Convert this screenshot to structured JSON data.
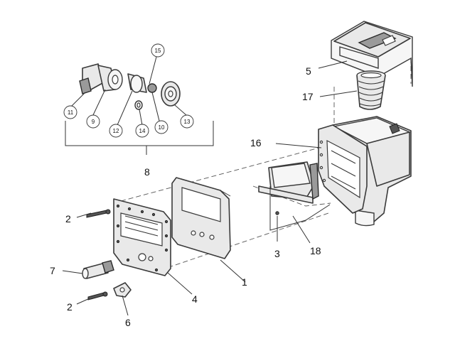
{
  "diagram": {
    "callouts_plain": [
      "1",
      "2",
      "2",
      "3",
      "4",
      "5",
      "6",
      "7",
      "8",
      "16",
      "17",
      "18"
    ],
    "callouts_circled": [
      "9",
      "10",
      "11",
      "12",
      "13",
      "14",
      "15"
    ]
  }
}
